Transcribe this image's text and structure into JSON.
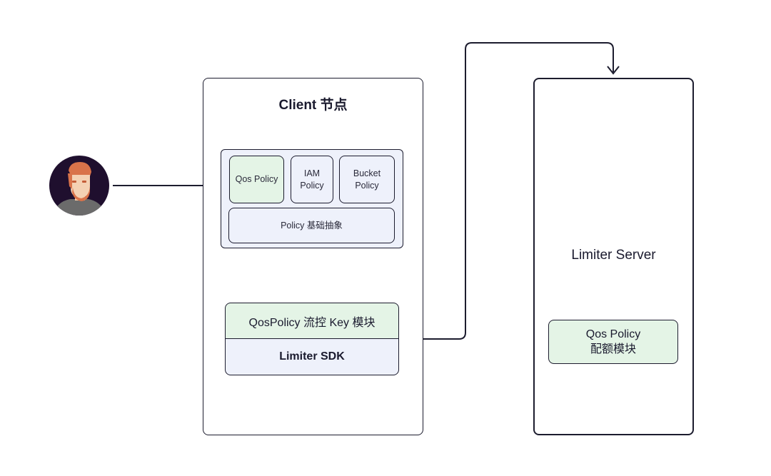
{
  "client": {
    "title": "Client 节点",
    "policies": {
      "qos": "Qos Policy",
      "iam_line1": "IAM",
      "iam_line2": "Policy",
      "bucket_line1": "Bucket",
      "bucket_line2": "Policy",
      "base": "Policy 基础抽象"
    },
    "key_module": "QosPolicy 流控 Key 模块",
    "sdk": "Limiter SDK"
  },
  "server": {
    "title": "Limiter Server",
    "quota_line1": "Qos Policy",
    "quota_line2": "配额模块"
  },
  "colors": {
    "stroke": "#1c1c2e",
    "green_fill": "#e4f4e6",
    "blue_fill": "#eef1fb"
  },
  "icons": {
    "user": "user-avatar-icon"
  }
}
